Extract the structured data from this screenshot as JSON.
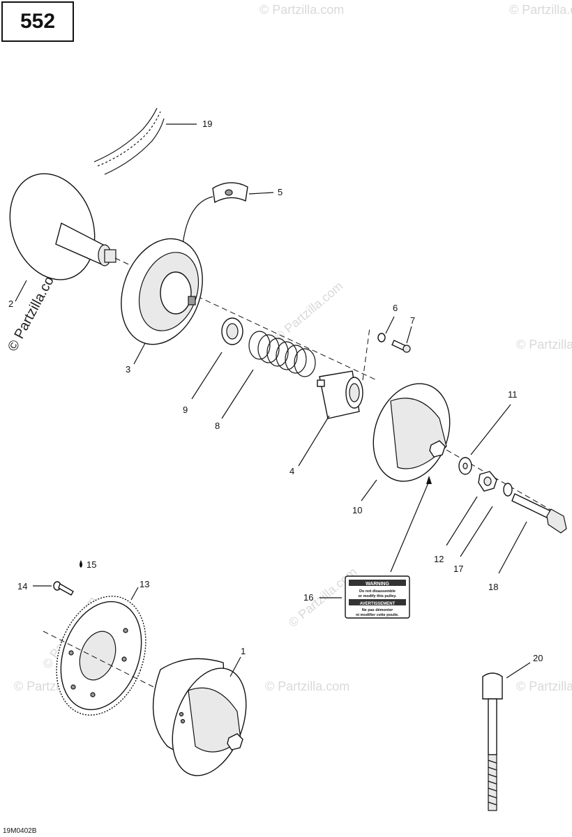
{
  "page_number": "552",
  "drawing_code": "19M0402B",
  "watermark_brand": "© Partzilla.com",
  "watermark_small": "© Partzilla.com",
  "callouts": {
    "c1": "1",
    "c2": "2",
    "c3": "3",
    "c4": "4",
    "c5": "5",
    "c6": "6",
    "c7": "7",
    "c8": "8",
    "c9": "9",
    "c10": "10",
    "c11": "11",
    "c12": "12",
    "c13": "13",
    "c14": "14",
    "c15": "15",
    "c16": "16",
    "c17": "17",
    "c18": "18",
    "c19": "19",
    "c20": "20"
  },
  "warning_label": {
    "header1": "WARNING",
    "line1": "Do not disassemble",
    "line2": "or modify this pulley.",
    "header2": "AVERTISSEMENT",
    "line3": "Ne pas démonter",
    "line4": "ni modifier cette poulie."
  },
  "icons": {
    "lubricant": "oil-drop-icon"
  }
}
